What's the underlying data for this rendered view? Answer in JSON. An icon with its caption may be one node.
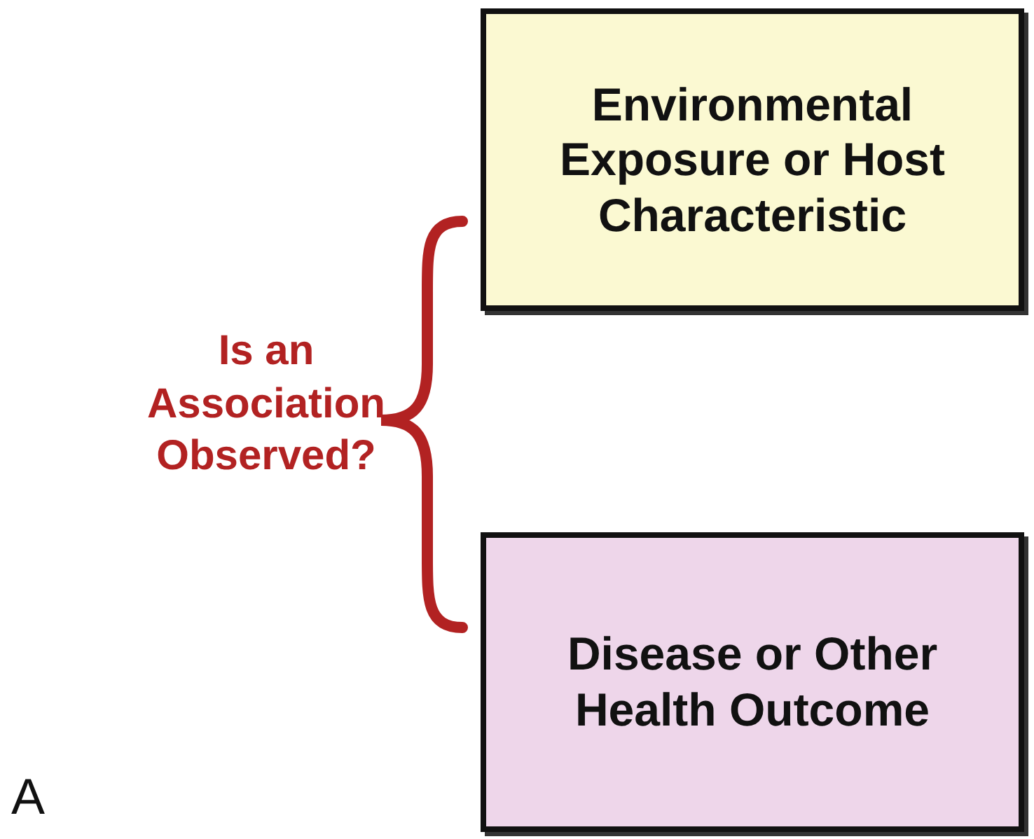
{
  "diagram": {
    "nodes": [
      {
        "text": [
          "Environmental Exposure or Host Characteristic"
        ]
      },
      {
        "text": [
          "Disease or Other Health Outcome"
        ]
      }
    ],
    "labels": [
      "Is an Association Observed?",
      "A"
    ]
  }
}
